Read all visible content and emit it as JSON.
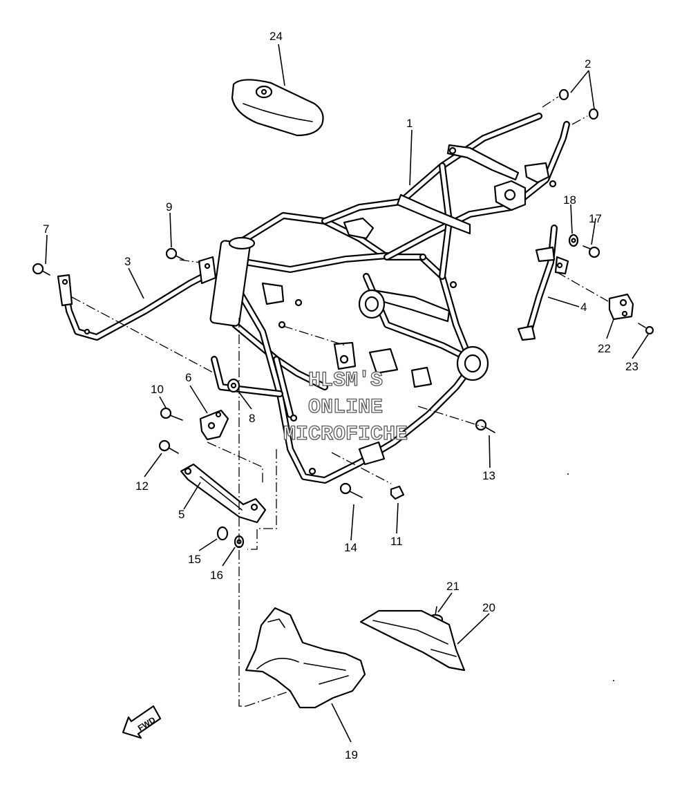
{
  "diagram": {
    "callouts": [
      "1",
      "2",
      "3",
      "4",
      "5",
      "6",
      "7",
      "8",
      "9",
      "10",
      "11",
      "12",
      "13",
      "14",
      "15",
      "16",
      "17",
      "18",
      "19",
      "20",
      "21",
      "22",
      "23",
      "24"
    ],
    "watermark": [
      "HLSM'S",
      "ONLINE",
      "MICROFICHE"
    ],
    "direction_label": "FWD"
  }
}
